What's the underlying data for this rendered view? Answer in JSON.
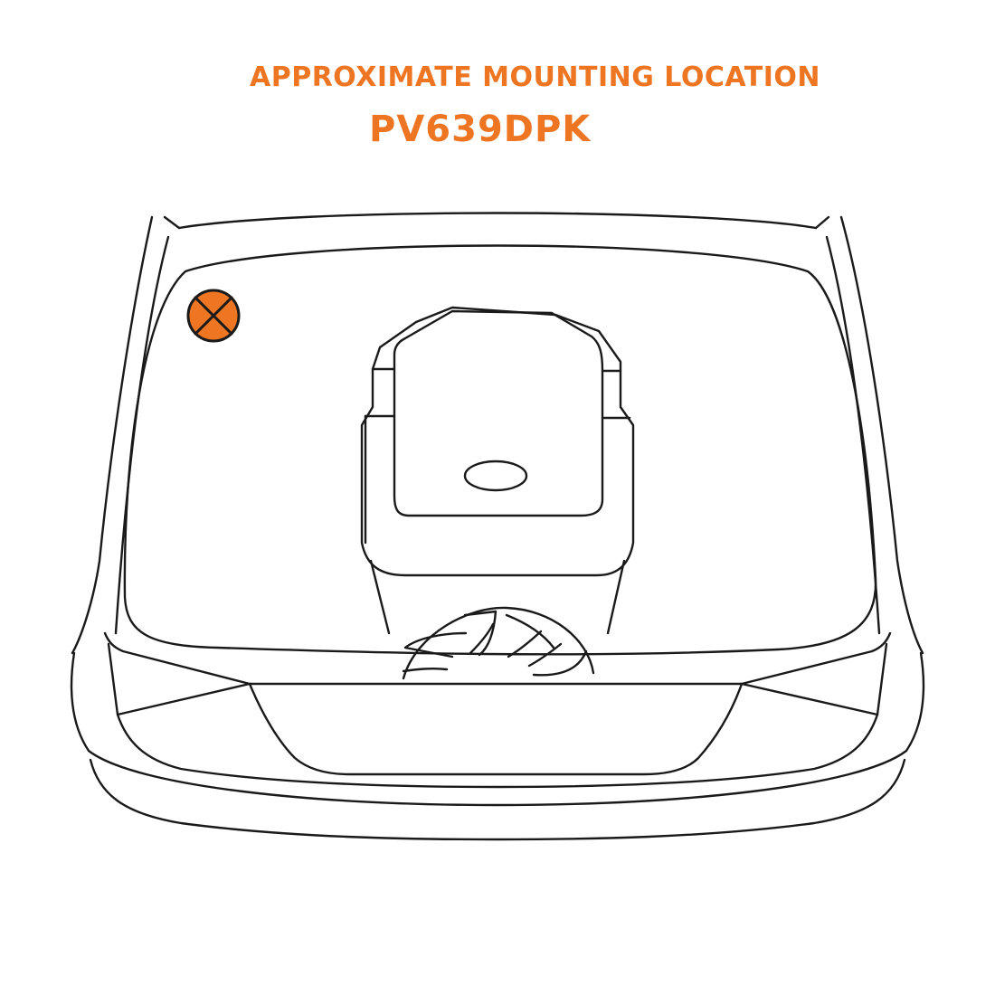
{
  "title": {
    "subtitle": "APPROXIMATE MOUNTING LOCATION",
    "part_number": "PV639DPK"
  },
  "colors": {
    "accent": "#ee7623",
    "line": "#1a1a1a"
  },
  "icons": {
    "marker": "mounting-location-x-marker",
    "fan": "radiator-fan-icon"
  }
}
